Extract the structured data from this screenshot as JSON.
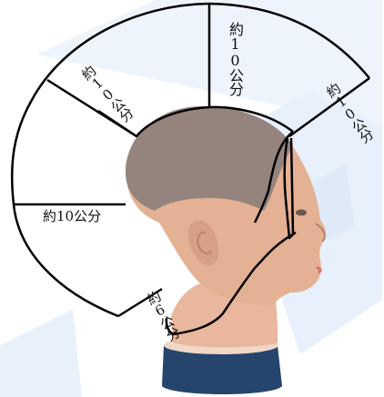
{
  "labels": {
    "top": "約10公分",
    "left_upper": "約10公分",
    "right": "約10公分",
    "left_middle": "約10公分",
    "bottom": "約6公分"
  },
  "colors": {
    "background": "#ffffff",
    "line": "#000000",
    "watermark": "#eaf1fb",
    "head_skin": "#e6b59a",
    "head_shadow": "#c8947a",
    "hair": "#8a7e78",
    "ear": "#dba58a",
    "neck_base": "#25456d"
  },
  "icons": {
    "head": "mannequin-head-illustration"
  }
}
